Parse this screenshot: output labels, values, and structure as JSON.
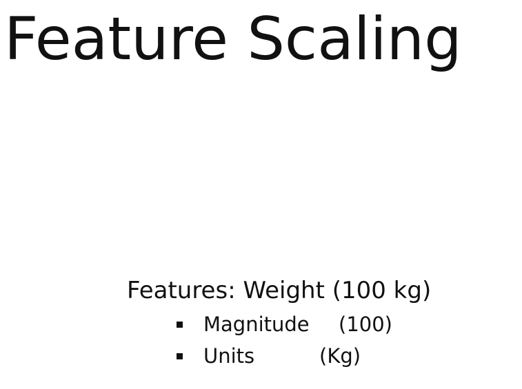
{
  "slide": {
    "title": "Feature Scaling",
    "features_line": "Features: Weight (100 kg)",
    "bullets": [
      {
        "label": "Magnitude",
        "value": "(100)"
      },
      {
        "label": "Units",
        "value": "(Kg)"
      }
    ]
  }
}
